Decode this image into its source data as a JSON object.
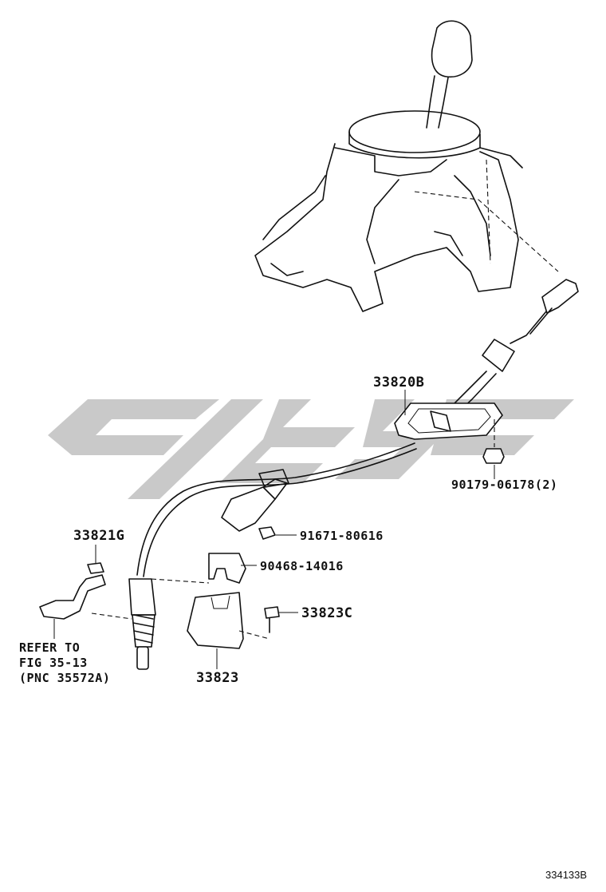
{
  "diagram": {
    "figure_code": "334133B",
    "refer_note": [
      "REFER TO",
      "FIG 35-13",
      "(PNC 35572A)"
    ],
    "part_labels": {
      "cable_plate": "33820B",
      "nut": "90179-06178(2)",
      "bolt": "91671-80616",
      "clip": "90468-14016",
      "upper_nut": "33821G",
      "screw": "33823C",
      "bracket": "33823"
    },
    "colors": {
      "line": "#111111",
      "watermark": "#c9c9c9",
      "background": "#ffffff"
    }
  }
}
